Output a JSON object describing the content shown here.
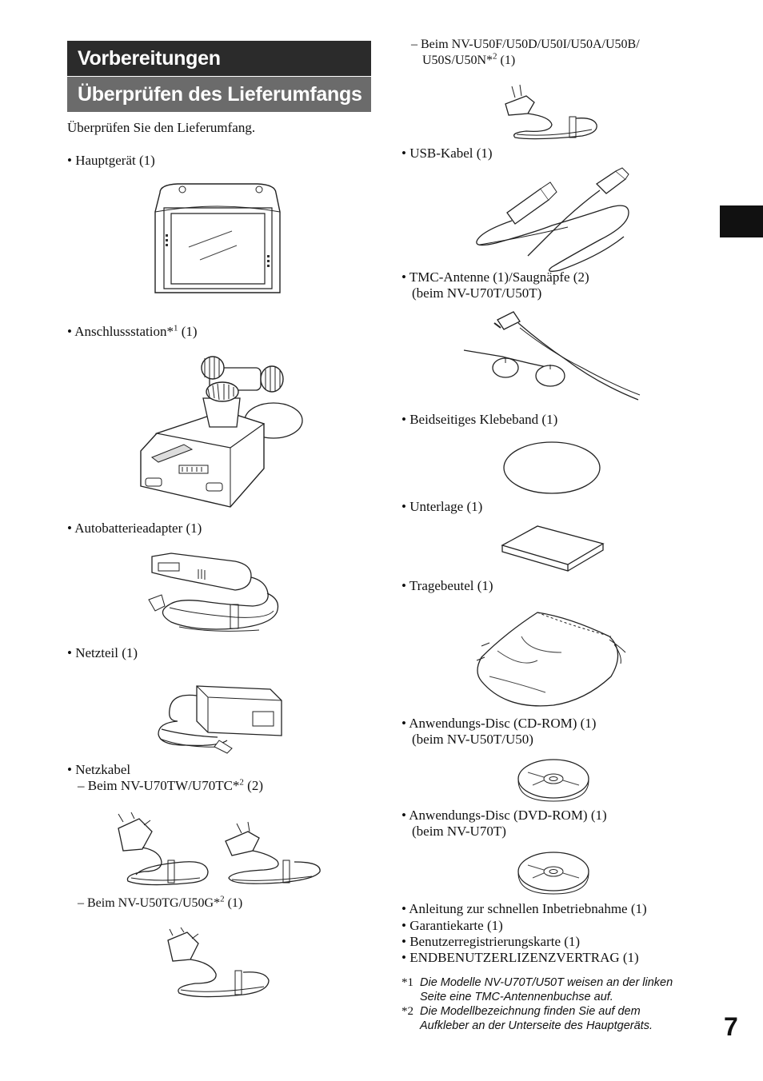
{
  "header": {
    "title": "Vorbereitungen",
    "subtitle": "Überprüfen des Lieferumfangs"
  },
  "intro": "Überprüfen Sie den Lieferumfang.",
  "left": {
    "hauptgeraet": "• Hauptgerät (1)",
    "anschluss": "• Anschlussstation*",
    "anschluss_sup": "1",
    "anschluss_qty": " (1)",
    "autobatterie": "• Autobatterieadapter (1)",
    "netzteil": "• Netzteil (1)",
    "netzkabel": "• Netzkabel",
    "netzkabel_tw": "– Beim NV-U70TW/U70TC*",
    "netzkabel_tw_sup": "2",
    "netzkabel_tw_qty": " (2)",
    "netzkabel_tg": "– Beim NV-U50TG/U50G*",
    "netzkabel_tg_sup": "2",
    "netzkabel_tg_qty": " (1)"
  },
  "right": {
    "beim_u50_line1": "– Beim NV-U50F/U50D/U50I/U50A/U50B/",
    "beim_u50_line2": "U50S/U50N*",
    "beim_u50_sup": "2",
    "beim_u50_qty": " (1)",
    "usb": "• USB-Kabel (1)",
    "tmc_line1": "• TMC-Antenne (1)/Saugnäpfe (2)",
    "tmc_line2": "(beim NV-U70T/U50T)",
    "klebeband": "• Beidseitiges Klebeband (1)",
    "unterlage": "• Unterlage (1)",
    "tragebeutel": "• Tragebeutel (1)",
    "cd_line1": "• Anwendungs-Disc (CD-ROM) (1)",
    "cd_line2": "(beim NV-U50T/U50)",
    "dvd_line1": "• Anwendungs-Disc (DVD-ROM) (1)",
    "dvd_line2": "(beim NV-U70T)",
    "list": [
      "• Anleitung zur schnellen Inbetriebnahme (1)",
      "• Garantiekarte (1)",
      "• Benutzerregistrierungskarte (1)",
      "• ENDBENUTZERLIZENZVERTRAG (1)"
    ]
  },
  "footnotes": [
    {
      "mark": "*1",
      "line1": "Die Modelle NV-U70T/U50T weisen an der linken",
      "line2": "Seite eine TMC-Antennenbuchse auf."
    },
    {
      "mark": "*2",
      "line1": "Die Modellbezeichnung finden Sie auf dem",
      "line2": "Aufkleber an der Unterseite des Hauptgeräts."
    }
  ],
  "page_number": "7",
  "icons": [
    "navigation-device-icon",
    "cradle-icon",
    "car-adapter-icon",
    "ac-adapter-icon",
    "power-cord-icon",
    "usb-cable-icon",
    "tmc-antenna-icon",
    "adhesive-tape-icon",
    "pad-icon",
    "carrying-pouch-icon",
    "disc-icon"
  ]
}
